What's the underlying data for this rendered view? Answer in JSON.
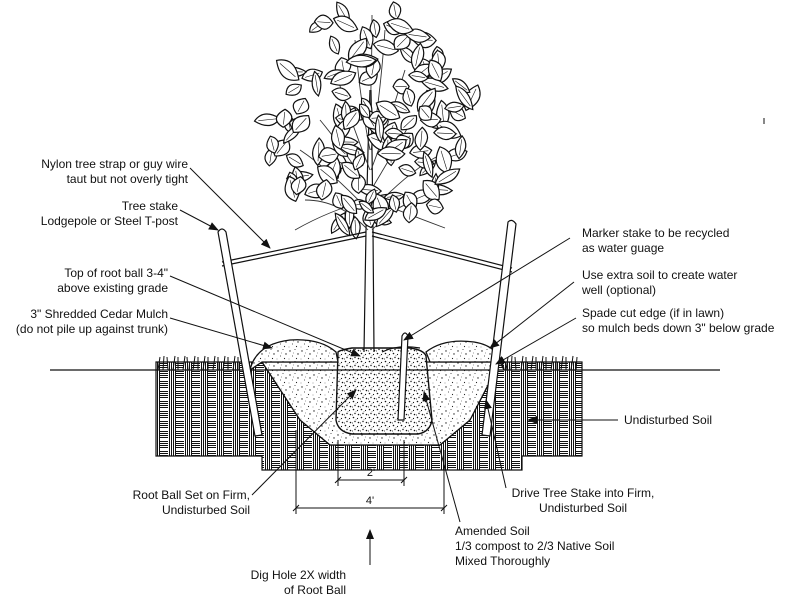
{
  "labels": {
    "nylon_strap": [
      "Nylon tree strap or guy wire",
      "taut but not overly tight"
    ],
    "tree_stake": [
      "Tree stake",
      "Lodgepole or Steel T-post"
    ],
    "root_ball_top": [
      "Top of root ball 3-4\"",
      "above existing grade"
    ],
    "mulch": [
      "3\" Shredded Cedar Mulch",
      "(do not pile up against trunk)"
    ],
    "marker_stake": [
      "Marker stake to be recycled",
      "as water guage"
    ],
    "extra_soil": [
      "Use extra soil to create water",
      "well (optional)"
    ],
    "spade_edge": [
      "Spade cut edge (if in lawn)",
      "so mulch beds down 3\" below grade"
    ],
    "undisturbed_soil": [
      "Undisturbed Soil"
    ],
    "root_ball_set": [
      "Root Ball Set on Firm,",
      "Undisturbed Soil"
    ],
    "drive_stake": [
      "Drive Tree Stake into Firm,",
      "Undisturbed Soil"
    ],
    "amended_soil": [
      "Amended Soil",
      "1/3 compost to 2/3 Native Soil",
      "Mixed Thoroughly"
    ],
    "dig_hole": [
      "Dig Hole 2X width",
      "of Root Ball"
    ]
  },
  "dimensions": {
    "root_ball_width": "2'",
    "hole_width": "4'"
  },
  "colors": {
    "ink": "#111111",
    "paper": "#ffffff"
  }
}
